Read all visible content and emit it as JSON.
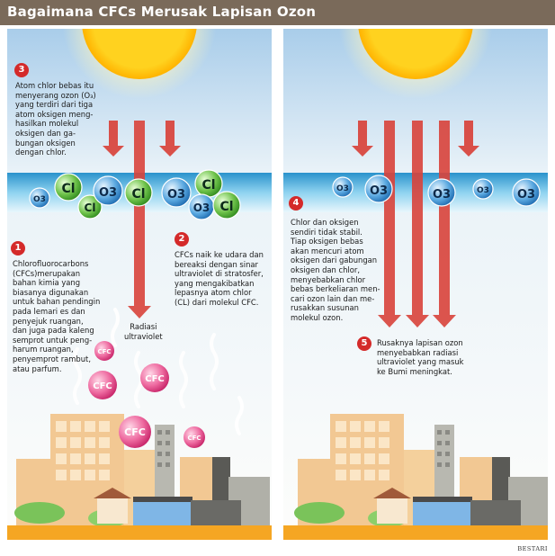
{
  "title": "Bagaimana CFCs Merusak Lapisan Ozon",
  "credit": "BESTARI",
  "colors": {
    "title_bar": "#7a6a5a",
    "sky_top": "#9fc7e8",
    "ozone_layer": "#3fa7d6",
    "ground": "#f5a623",
    "arrow_red": "#d9433b",
    "badge_red": "#d42a2a",
    "cfc_pink": "#e84a8a",
    "sun": "#ffd21f"
  },
  "left_panel": {
    "step3": {
      "number": "3",
      "text": "Atom chlor bebas itu\nmenyerang ozon (O₃)\nyang terdiri dari tiga\natom oksigen meng-\nhasilkan molekul\noksigen dan ga-\nbungan oksigen\ndengan chlor."
    },
    "step1": {
      "number": "1",
      "text": "Chlorofluorocarbons\n(CFCs)merupakan\nbahan kimia yang\nbiasanya digunakan\nuntuk bahan pendingin\npada lemari es dan\npenyejuk ruangan,\ndan juga pada kaleng\nsemprot untuk peng-\nharum ruangan,\npenyemprot rambut,\natau parfum."
    },
    "step2": {
      "number": "2",
      "text": "CFCs naik ke udara dan\nbereaksi dengan sinar\nultraviolet di stratosfer,\nyang mengakibatkan\nlepasnya atom chlor\n(CL) dari molekul CFC."
    },
    "uv_label": "Radiasi\nultraviolet",
    "molecules": [
      "O3",
      "Cl",
      "Cl",
      "O3",
      "Cl",
      "O3",
      "Cl",
      "O3",
      "Cl"
    ],
    "cfc_label": "CFC"
  },
  "right_panel": {
    "step4": {
      "number": "4",
      "text": "Chlor dan oksigen\nsendiri tidak stabil.\nTiap oksigen bebas\nakan mencuri atom\noksigen dari gabungan\noksigen dan chlor,\nmenyebabkan chlor\nbebas berkeliaran men-\ncari ozon lain dan me-\nrusakkan susunan\nmolekul ozon."
    },
    "step5": {
      "number": "5",
      "text": "Rusaknya lapisan ozon\nmenyebabkan radiasi\nultraviolet yang masuk\nke Bumi meningkat."
    },
    "molecules": [
      "O3",
      "O3",
      "O3",
      "O3",
      "O3"
    ]
  }
}
